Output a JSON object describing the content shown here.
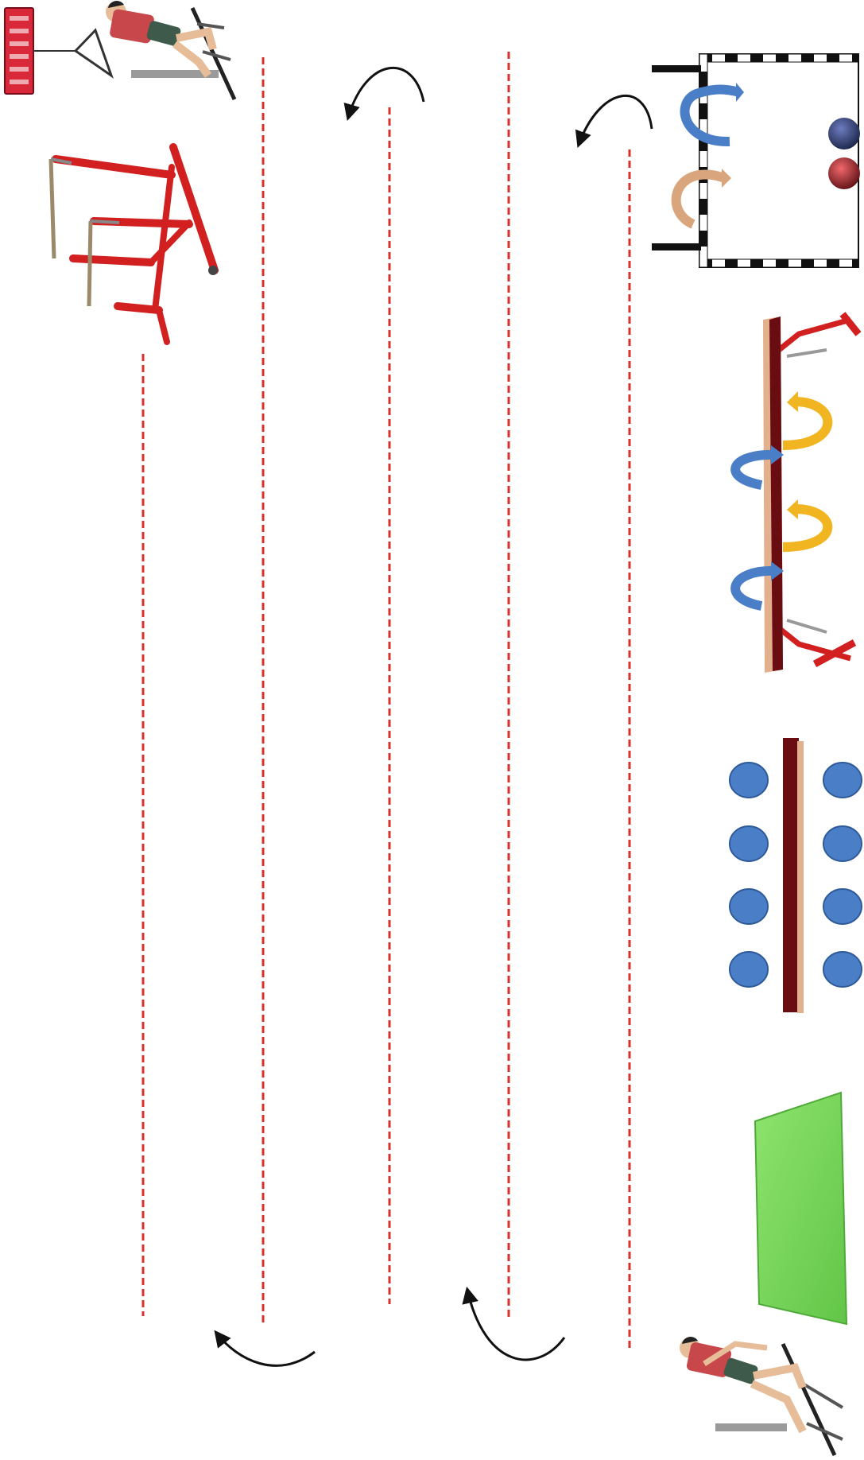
{
  "diagram": {
    "title": "",
    "description": "",
    "lanes": 6,
    "colors": {
      "lane_line": "#d9302b",
      "turn_arrow": "#111111",
      "mat": "#79d65c",
      "mat_edge": "#4faa3a",
      "beam": "#6a0d12",
      "beam_face": "#e3b08e",
      "disc": "#4a7fc7",
      "disc_edge": "#2f5a99",
      "frame": "#d21f1f",
      "rot_blue": "#4a7fc7",
      "rot_yellow": "#f0b520",
      "rot_tan": "#d9a57c",
      "goal_check": "#111111",
      "ball_dark": "#23305a",
      "ball_red": "#b3262a",
      "athlete_shirt": "#c8474b",
      "athlete_shorts": "#3d5a4a",
      "athlete_skin": "#e7bc98"
    },
    "stations": [
      {
        "name": "start-athlete",
        "icon": "athlete-icon"
      },
      {
        "name": "landing-mat",
        "icon": "mat-icon"
      },
      {
        "name": "beam-with-discs",
        "icon": "balance-beam-icon"
      },
      {
        "name": "beam-with-rotations",
        "icon": "rotation-icon"
      },
      {
        "name": "goal-with-balls",
        "icon": "goal-icon"
      },
      {
        "name": "parallel-bars-frame",
        "icon": "frame-icon"
      },
      {
        "name": "finish-athlete",
        "icon": "athlete-icon"
      },
      {
        "name": "finish-sign",
        "icon": "sign-icon"
      }
    ]
  }
}
